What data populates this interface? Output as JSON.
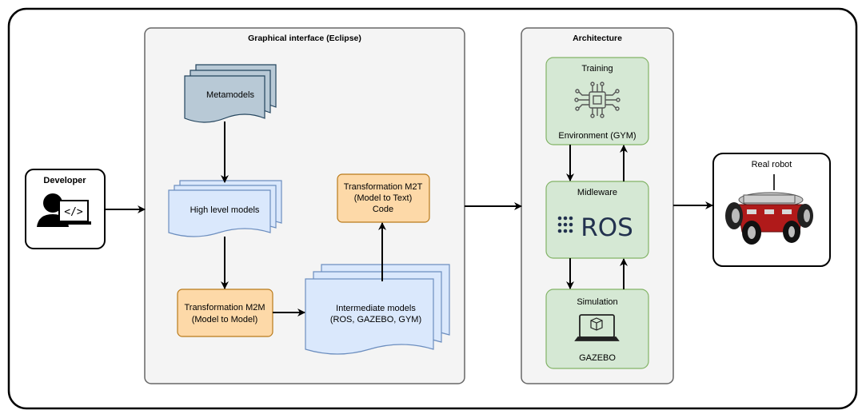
{
  "developer": {
    "label": "Developer"
  },
  "eclipse": {
    "title": "Graphical interface (Eclipse)"
  },
  "metamodels": {
    "label": "Metamodels"
  },
  "high_level": {
    "label": "High level models"
  },
  "m2m": {
    "line1": "Transformation M2M",
    "line2": "(Model to Model)"
  },
  "intermediate": {
    "line1": "Intermediate models",
    "line2": "(ROS, GAZEBO, GYM)"
  },
  "m2t": {
    "line1": "Transformation M2T",
    "line2": "(Model to Text)",
    "line3": "Code"
  },
  "architecture": {
    "title": "Architecture"
  },
  "training": {
    "title": "Training",
    "subtitle": "Environment (GYM)",
    "icon": "ai-chip-icon"
  },
  "midleware": {
    "title": "Midleware",
    "logo_text": "ROS",
    "icon": "ros-logo"
  },
  "simulation": {
    "title": "Simulation",
    "subtitle": "GAZEBO",
    "icon": "laptop-cube-icon"
  },
  "robot": {
    "label": "Real robot",
    "icon": "robot-image"
  },
  "colors": {
    "metamodel_fill": "#b8c9d6",
    "model_fill": "#dae8fc",
    "model_stroke": "#6c8ebf",
    "transform_fill": "#fdd9a8",
    "transform_stroke": "#b97a1a",
    "arch_fill": "#d5e8d4",
    "arch_stroke": "#82b366",
    "panel_fill": "#f4f4f4",
    "ros_blue": "#22314e"
  }
}
